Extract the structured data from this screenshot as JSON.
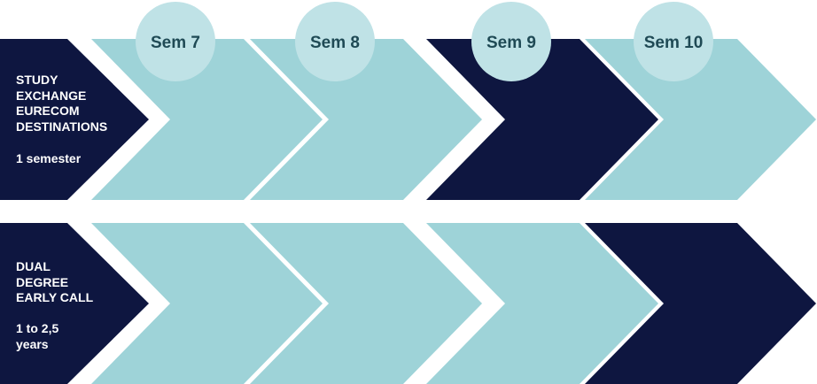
{
  "semesters": [
    "Sem 7",
    "Sem 8",
    "Sem 9",
    "Sem 10"
  ],
  "rows": [
    {
      "title": "STUDY\nEXCHANGE\nEURECOM\nDESTINATIONS",
      "duration": "1 semester",
      "dark_segments": [
        2
      ]
    },
    {
      "title": "DUAL\nDEGREE\nEARLY CALL",
      "duration": "1 to 2,5\nyears",
      "dark_segments": [
        3
      ]
    }
  ],
  "colors": {
    "dark": "#0e1640",
    "light": "#9ed3d8",
    "circle": "#bfe2e6",
    "circle_text": "#1f4a55"
  }
}
